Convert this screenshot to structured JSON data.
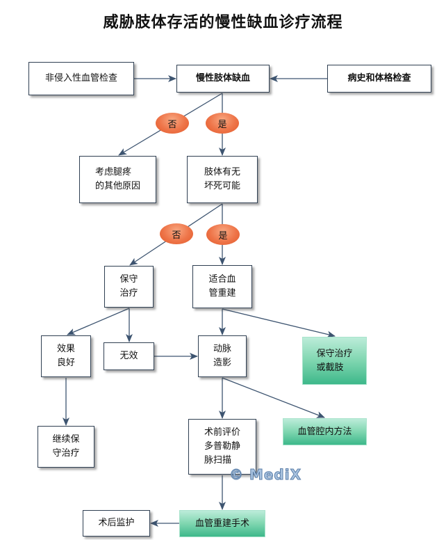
{
  "title": "威胁肢体存活的慢性缺血诊疗流程",
  "nodes": {
    "noninvasive": "非侵入性血管检查",
    "chronic_ischemia": "慢性肢体缺血",
    "history_exam": "病史和体格检查",
    "other_causes": "考虑腿疼\n的其他原因",
    "necrosis_possible": "肢体有无\n坏死可能",
    "conservative": "保守\n治疗",
    "revasc_suitable": "适合血\n管重建",
    "effective": "效果\n良好",
    "ineffective": "无效",
    "angiography": "动脉\n造影",
    "conservative_or_amputation": "保守治疗\n或截肢",
    "continue_conservative": "继续保\n守治疗",
    "preop_eval": "术前评价\n多普勒静\n脉扫描",
    "endovascular": "血管腔内方法",
    "postop_monitor": "术后监护",
    "revasc_surgery": "血管重建手术"
  },
  "decisions": {
    "no_1": "否",
    "yes_1": "是",
    "no_2": "否",
    "yes_2": "是"
  },
  "watermark": "© MediX",
  "colors": {
    "line": "#3d5470",
    "decision": "#ee7448",
    "terminal": "#5cc89c"
  }
}
